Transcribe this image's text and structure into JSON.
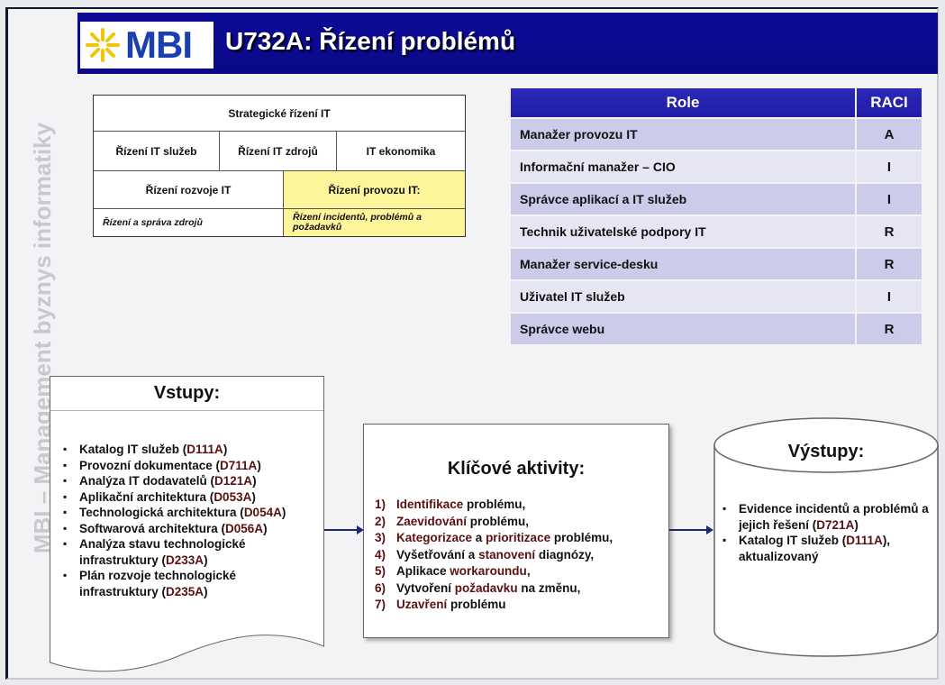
{
  "title": {
    "logo_text": "MBI",
    "heading": "U732A: Řízení problémů"
  },
  "side_label": "MBI – Management byznys informatiky",
  "structure": {
    "top": "Strategické řízení IT",
    "row2": [
      "Řízení IT služeb",
      "Řízení IT zdrojů",
      "IT ekonomika"
    ],
    "row3_left": "Řízení rozvoje IT",
    "row3_right": "Řízení provozu IT:",
    "row4_left": "Řízení a správa zdrojů",
    "row4_right": "Řízení incidentů, problémů a požadavků",
    "highlight_color": "#fcf59a"
  },
  "raci": {
    "header_role": "Role",
    "header_raci": "RACI",
    "rows": [
      {
        "role": "Manažer provozu IT",
        "value": "A"
      },
      {
        "role": "Informační manažer – CIO",
        "value": "I"
      },
      {
        "role": "Správce aplikací a IT služeb",
        "value": "I"
      },
      {
        "role": "Technik uživatelské podpory IT",
        "value": "R"
      },
      {
        "role": "Manažer service-desku",
        "value": "R"
      },
      {
        "role": "Uživatel IT služeb",
        "value": "I"
      },
      {
        "role": "Správce webu",
        "value": "R"
      }
    ]
  },
  "inputs": {
    "title": "Vstupy:",
    "items": [
      {
        "text": "Katalog IT služeb (",
        "code": "D111A",
        "end": ")"
      },
      {
        "text": "Provozní dokumentace (",
        "code": "D711A",
        "end": ")"
      },
      {
        "text": "Analýza IT dodavatelů (",
        "code": "D121A",
        "end": ")"
      },
      {
        "text": "Aplikační architektura (",
        "code": "D053A",
        "end": ")"
      },
      {
        "text": "Technologická architektura (",
        "code": "D054A",
        "end": ")"
      },
      {
        "text": "Softwarová architektura (",
        "code": "D056A",
        "end": ")"
      },
      {
        "text": "Analýza stavu technologické infrastruktury (",
        "code": "D233A",
        "end": ")"
      },
      {
        "text": "Plán rozvoje technologické infrastruktury (",
        "code": "D235A",
        "end": ")"
      }
    ]
  },
  "activities": {
    "title": "Klíčové aktivity:",
    "items": [
      {
        "num": "1)",
        "hl": "Identifikace",
        "rest": " problému,"
      },
      {
        "num": "2)",
        "hl": "Zaevidování",
        "rest": " problému,"
      },
      {
        "num": "3)",
        "hl": "Kategorizace",
        "rest": " a ",
        "hl2": "prioritizace",
        "rest2": " problému,"
      },
      {
        "num": "4)",
        "hl": "Vyšetřování",
        "rest": " a ",
        "hl2": "stanovení",
        "rest2": " diagnózy,"
      },
      {
        "num": "5)",
        "hl": "Aplikace",
        "rest": " ",
        "hl2": "workaroundu",
        "rest2": ","
      },
      {
        "num": "6)",
        "hl": "Vytvoření",
        "rest": " ",
        "hl2": "požadavku",
        "rest2": " na změnu,"
      },
      {
        "num": "7)",
        "hl": "Uzavření",
        "rest": " problému"
      }
    ]
  },
  "outputs": {
    "title": "Výstupy:",
    "items": [
      {
        "text": "Evidence incidentů a problémů a jejich řešení (",
        "code": "D721A",
        "end": ")"
      },
      {
        "text": "Katalog IT služeb (",
        "code": "D111A",
        "end": "), aktualizovaný"
      }
    ]
  },
  "colors": {
    "title_bar": "#0d0b97",
    "raci_header": "#2c28b8",
    "code_color": "#5a1010"
  }
}
